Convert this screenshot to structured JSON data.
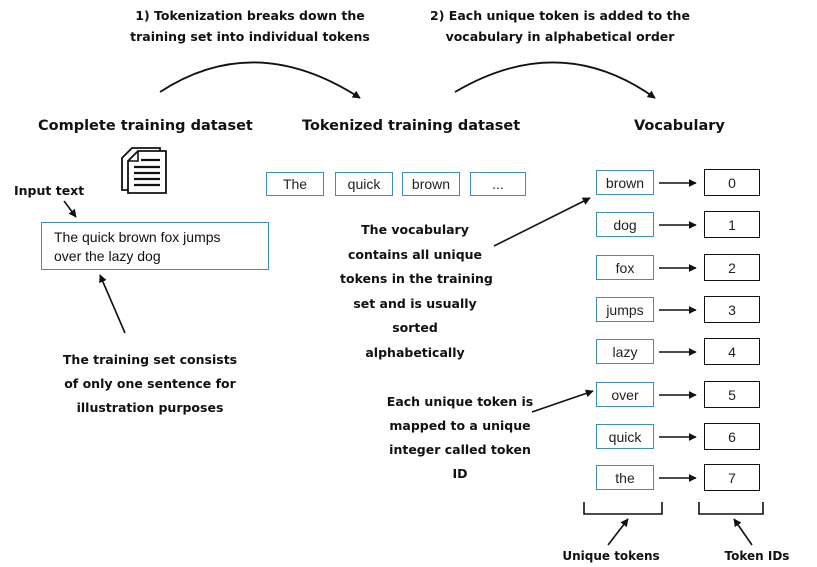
{
  "steps": {
    "step1": [
      "1) Tokenization breaks down the",
      "training set into individual tokens"
    ],
    "step2": [
      "2) Each unique token is added to the",
      "vocabulary in alphabetical order"
    ]
  },
  "headings": {
    "complete": "Complete training dataset",
    "tokenized": "Tokenized training dataset",
    "vocabulary": "Vocabulary"
  },
  "input_label": "Input text",
  "input_text": [
    "The quick brown fox jumps",
    "over the lazy dog"
  ],
  "tokenized_tokens": [
    "The",
    "quick",
    "brown",
    "..."
  ],
  "vocabulary": [
    {
      "token": "brown",
      "id": "0"
    },
    {
      "token": "dog",
      "id": "1"
    },
    {
      "token": "fox",
      "id": "2"
    },
    {
      "token": "jumps",
      "id": "3"
    },
    {
      "token": "lazy",
      "id": "4"
    },
    {
      "token": "over",
      "id": "5"
    },
    {
      "token": "quick",
      "id": "6"
    },
    {
      "token": "the",
      "id": "7"
    }
  ],
  "notes": {
    "training_set": [
      "The training set consists",
      "of only one sentence for",
      "illustration purposes"
    ],
    "vocab_contains": [
      "The vocabulary",
      "contains all unique",
      "tokens in the training",
      "set and is usually",
      "sorted",
      "alphabetically"
    ],
    "mapped": [
      "Each unique token is",
      "mapped to a unique",
      "integer called token",
      "ID"
    ]
  },
  "bottom_labels": {
    "unique_tokens": "Unique tokens",
    "token_ids": "Token IDs"
  },
  "icons": {
    "document": "document-icon"
  },
  "colors": {
    "token_border": "#3c8fb5",
    "id_border": "#111111"
  }
}
